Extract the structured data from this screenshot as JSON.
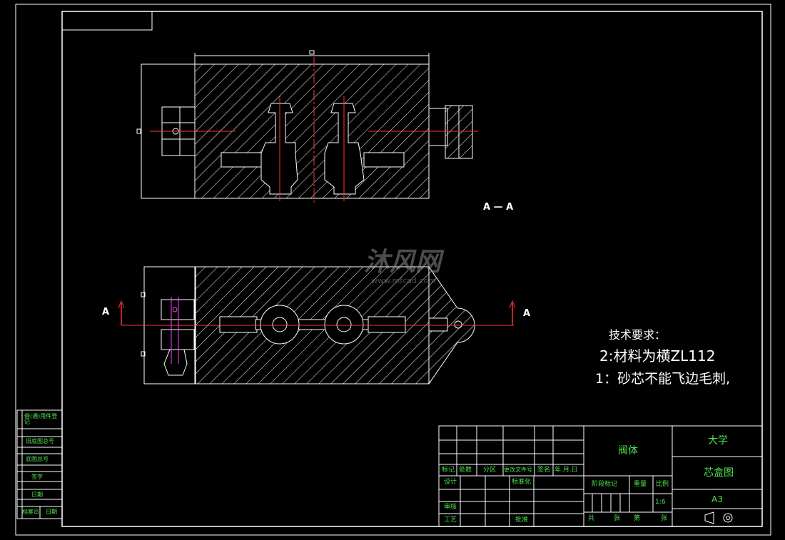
{
  "drawing": {
    "section_label": "A — A",
    "cut_label_left": "A",
    "cut_label_right": "A",
    "watermark_main": "沐风网",
    "watermark_sub": "www.mfcad.com",
    "tech_requirements": {
      "heading": "技术要求：",
      "line2": "2:材料为横ZL112",
      "line1": "1：砂芯不能飞边毛刺,"
    }
  },
  "title_block": {
    "part_name": "阀体",
    "school": "大学",
    "drawing_name": "芯盒图",
    "sheet_size": "A3",
    "scale_value": "1:6",
    "header_cells": [
      "标记",
      "处数",
      "分区",
      "更改文件号",
      "签名",
      "年.月.日"
    ],
    "design_label": "设计",
    "standard_label": "标准化",
    "review_label": "审核",
    "process_label": "工艺",
    "approve_label": "批准",
    "stage_mark_label": "阶段标记",
    "weight_label": "重量",
    "scale_label": "比例",
    "sheets_total": "共",
    "sheets_unit": "张",
    "sheet_no": "第",
    "sheet_unit2": "张"
  },
  "side_block": {
    "rows": [
      "借(通)用件登记",
      "旧底图总号",
      "底图总号",
      "签字",
      "日期"
    ],
    "bottom_left": "档案员",
    "bottom_right": "日期"
  },
  "colors": {
    "line": "#ffffff",
    "center": "#ff3333",
    "text_green": "#4ee44e",
    "hatch": "#ffffff",
    "magenta": "#ff44ff"
  }
}
